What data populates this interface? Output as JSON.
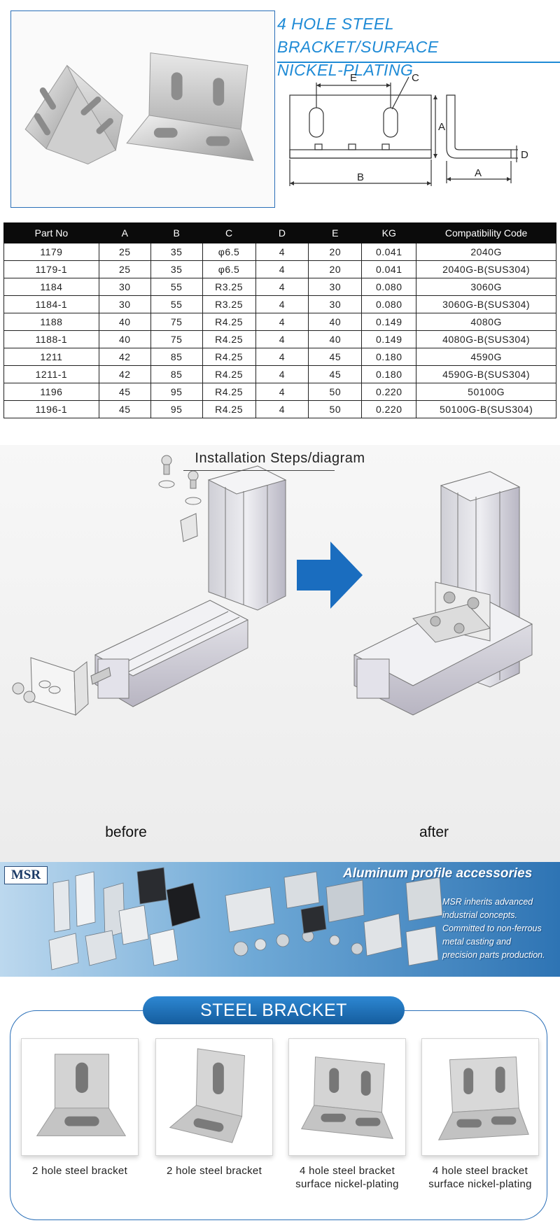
{
  "header": {
    "title_line1": "4 HOLE STEEL BRACKET/SURFACE",
    "title_line2": "NICKEL-PLATING",
    "colors": {
      "accent": "#1f8bd6",
      "frame": "#2a6fb8"
    }
  },
  "drawing": {
    "labels": {
      "e": "E",
      "c": "C",
      "a_left": "A",
      "b": "B",
      "a_bottom": "A",
      "d": "D"
    }
  },
  "spec_table": {
    "columns": [
      "Part No",
      "A",
      "B",
      "C",
      "D",
      "E",
      "KG",
      "Compatibility Code"
    ],
    "rows": [
      [
        "1179",
        "25",
        "35",
        "φ6.5",
        "4",
        "20",
        "0.041",
        "2040G"
      ],
      [
        "1179-1",
        "25",
        "35",
        "φ6.5",
        "4",
        "20",
        "0.041",
        "2040G-B(SUS304)"
      ],
      [
        "1184",
        "30",
        "55",
        "R3.25",
        "4",
        "30",
        "0.080",
        "3060G"
      ],
      [
        "1184-1",
        "30",
        "55",
        "R3.25",
        "4",
        "30",
        "0.080",
        "3060G-B(SUS304)"
      ],
      [
        "1188",
        "40",
        "75",
        "R4.25",
        "4",
        "40",
        "0.149",
        "4080G"
      ],
      [
        "1188-1",
        "40",
        "75",
        "R4.25",
        "4",
        "40",
        "0.149",
        "4080G-B(SUS304)"
      ],
      [
        "1211",
        "42",
        "85",
        "R4.25",
        "4",
        "45",
        "0.180",
        "4590G"
      ],
      [
        "1211-1",
        "42",
        "85",
        "R4.25",
        "4",
        "45",
        "0.180",
        "4590G-B(SUS304)"
      ],
      [
        "1196",
        "45",
        "95",
        "R4.25",
        "4",
        "50",
        "0.220",
        "50100G"
      ],
      [
        "1196-1",
        "45",
        "95",
        "R4.25",
        "4",
        "50",
        "0.220",
        "50100G-B(SUS304)"
      ]
    ]
  },
  "installation": {
    "title": "Installation Steps/diagram",
    "before_label": "before",
    "after_label": "after",
    "arrow_color": "#1a6dbf"
  },
  "banner": {
    "logo": "MSR",
    "heading": "Aluminum profile accessories",
    "lines": [
      "MSR inherits advanced",
      "industrial concepts.",
      "Committed to non-ferrous",
      "metal casting and",
      "precision parts production."
    ]
  },
  "products": {
    "heading": "STEEL BRACKET",
    "items": [
      {
        "line1": "2 hole steel bracket",
        "line2": ""
      },
      {
        "line1": "2 hole steel bracket",
        "line2": ""
      },
      {
        "line1": "4 hole steel bracket",
        "line2": "surface nickel-plating"
      },
      {
        "line1": "4 hole steel bracket",
        "line2": "surface nickel-plating"
      }
    ]
  }
}
